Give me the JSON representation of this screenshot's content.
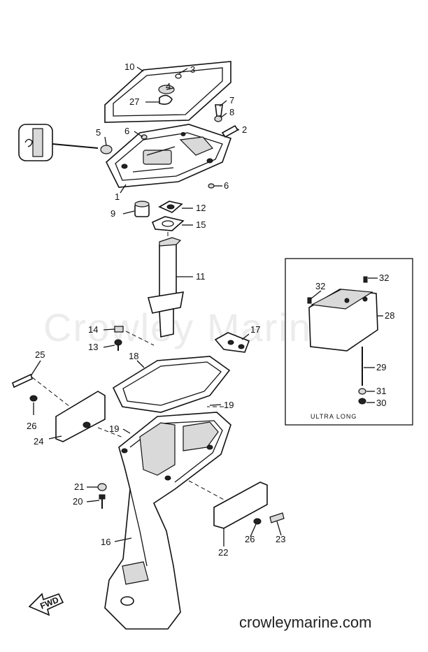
{
  "watermark": "Crowley Marine",
  "footer_url": "crowleymarine.com",
  "inset_label": "ULTRA LONG",
  "fwd_label": "FWD",
  "callouts": {
    "c1": "1",
    "c2": "2",
    "c3": "3",
    "c4": "4",
    "c5": "5",
    "c6a": "6",
    "c6b": "6",
    "c7": "7",
    "c8": "8",
    "c9": "9",
    "c10": "10",
    "c11": "11",
    "c12": "12",
    "c13": "13",
    "c14": "14",
    "c15": "15",
    "c16": "16",
    "c17": "17",
    "c18": "18",
    "c19a": "19",
    "c19b": "19",
    "c20": "20",
    "c21": "21",
    "c22": "22",
    "c23": "23",
    "c24": "24",
    "c25": "25",
    "c26a": "26",
    "c26b": "26",
    "c27": "27",
    "c28": "28",
    "c29": "29",
    "c30": "30",
    "c31": "31",
    "c32a": "32",
    "c32b": "32"
  }
}
